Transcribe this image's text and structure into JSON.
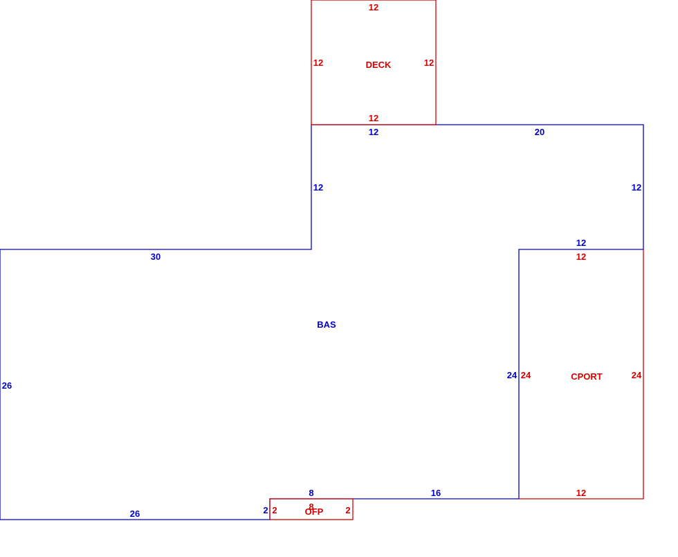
{
  "colors": {
    "main": "#0000c8",
    "secondary": "#d40000",
    "background": "#ffffff"
  },
  "areas": {
    "bas": {
      "name": "BAS"
    },
    "deck": {
      "name": "DECK"
    },
    "cport": {
      "name": "CPORT"
    },
    "ofp": {
      "name": "OFP"
    }
  },
  "dims": {
    "bas": {
      "top_left": "30",
      "left": "26",
      "bottom_left": "26",
      "step_small": "2",
      "ofp_top": "8",
      "bottom_right": "16",
      "cport_side": "24",
      "step_top": "12",
      "upper_right": "12",
      "upper_top_right": "20",
      "upper_top_left": "12",
      "upper_left": "12"
    },
    "deck": {
      "top": "12",
      "left": "12",
      "right": "12",
      "bottom": "12"
    },
    "cport": {
      "top": "12",
      "left": "24",
      "right": "24",
      "bottom": "12"
    },
    "ofp": {
      "left": "2",
      "right": "2",
      "top": "8"
    }
  }
}
